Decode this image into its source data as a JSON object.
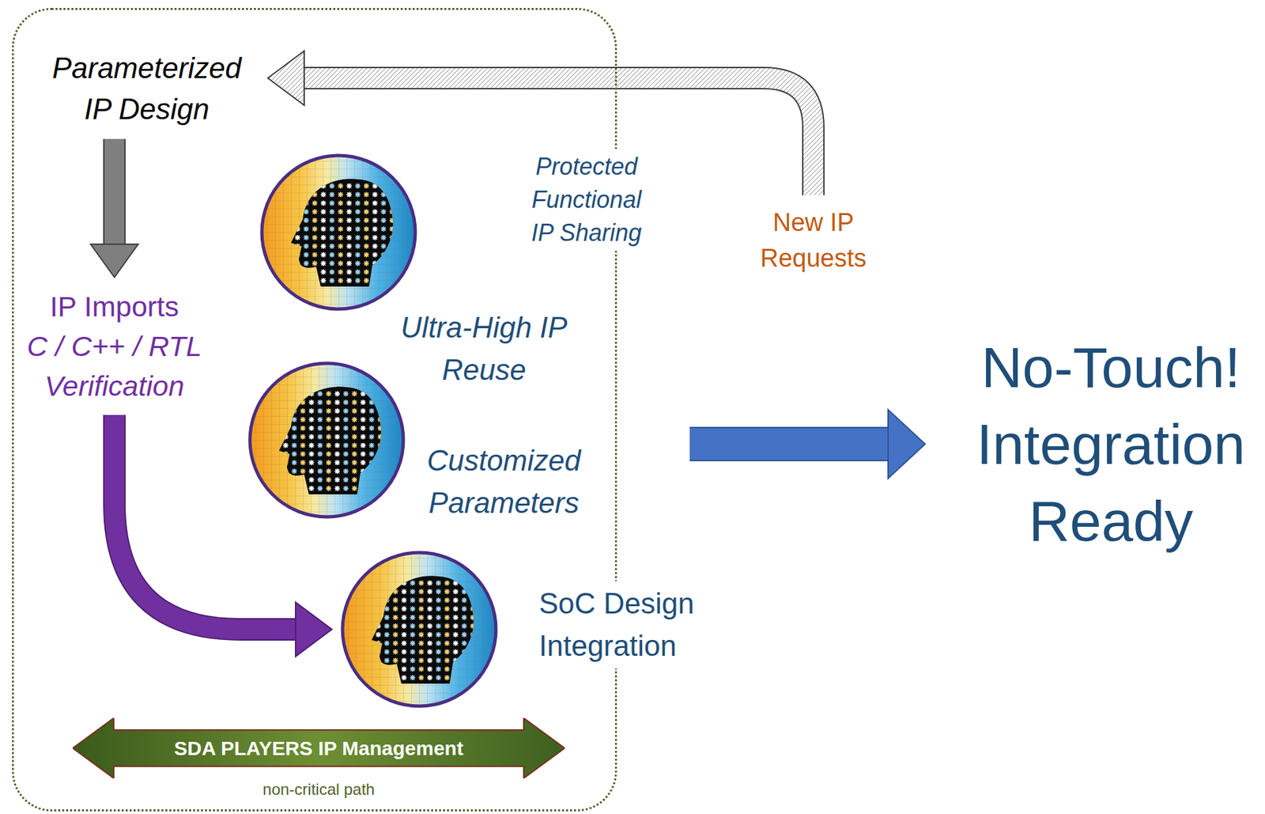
{
  "diagram": {
    "nodes": [
      {
        "text": [
          "Protected Functional IP Sharing"
        ]
      },
      {
        "text": [
          "Parameterized IP Design"
        ],
        "in": 0
      },
      {
        "text": [
          "IP Imports",
          "C / C++ / RTL Verification"
        ],
        "in": 0
      },
      {
        "text": [
          "Ultra-High IP Reuse"
        ],
        "in": 0
      },
      {
        "text": [
          "Customized Parameters"
        ],
        "in": 0
      },
      {
        "text": [
          "SoC Design Integration"
        ],
        "in": 0
      },
      {
        "text": [
          "SDA PLAYERS IP Management",
          "non-critical path"
        ],
        "in": 0
      },
      {
        "text": [
          "New IP Requests"
        ]
      },
      {
        "text": [
          "No-Touch! Integration Ready"
        ]
      }
    ],
    "edges": [
      {
        "from": 1,
        "to": 2,
        "arrow": "to"
      },
      {
        "from": 2,
        "to": 5,
        "arrow": "to"
      },
      {
        "from": 7,
        "to": 1,
        "arrow": "to"
      },
      {
        "from": 0,
        "to": 8,
        "arrow": "to"
      }
    ]
  }
}
